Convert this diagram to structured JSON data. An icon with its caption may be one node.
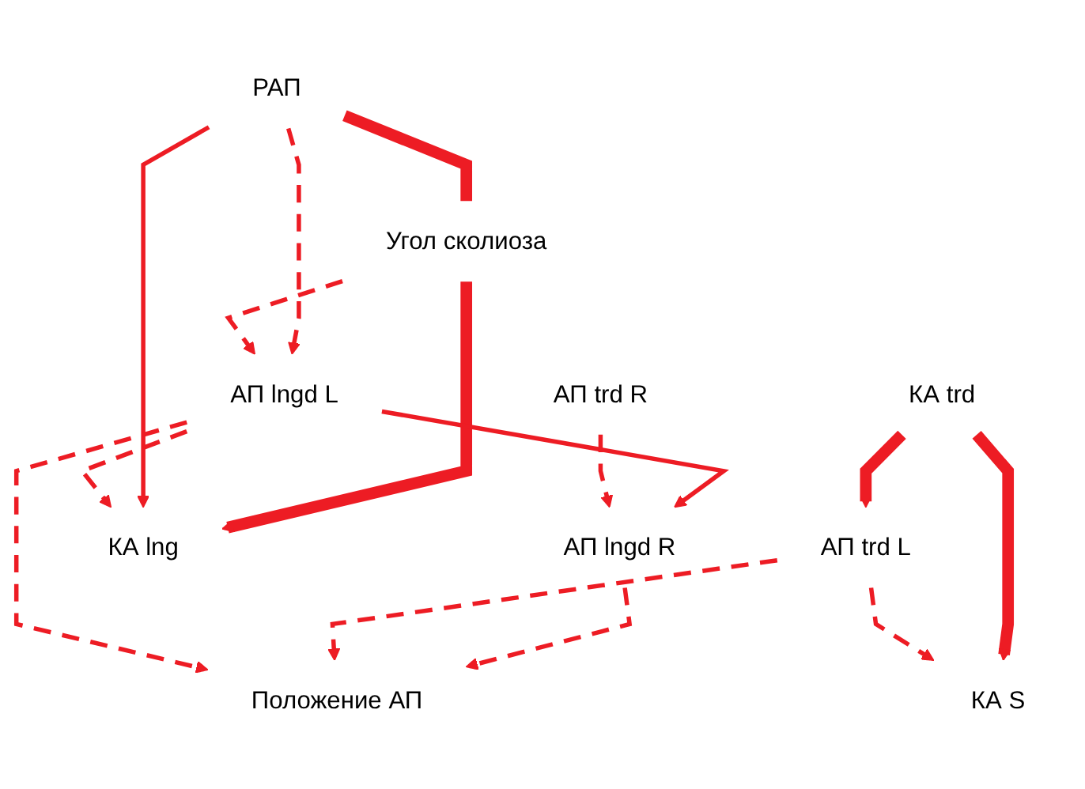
{
  "diagram": {
    "nodes": [
      {
        "text": [
          "РАП"
        ]
      },
      {
        "text": [
          "Положение АП"
        ]
      },
      {
        "text": [
          "АП trd L"
        ]
      },
      {
        "text": [
          "Угол сколиоза"
        ]
      },
      {
        "text": [
          "АП lngd L"
        ]
      },
      {
        "text": [
          "КА S"
        ]
      },
      {
        "text": [
          "АП trd R"
        ]
      },
      {
        "text": [
          "КА lng"
        ]
      },
      {
        "text": [
          "АП lngd R"
        ]
      },
      {
        "text": [
          "КА trd"
        ]
      }
    ],
    "edges": [
      {
        "from": 0,
        "to": 3,
        "arrow": "none",
        "style": "thick"
      },
      {
        "from": 3,
        "to": 7,
        "arrow": "to",
        "style": "thick"
      },
      {
        "from": 0,
        "to": 7,
        "arrow": "to"
      },
      {
        "from": 9,
        "to": 2,
        "arrow": "to",
        "style": "thick"
      },
      {
        "from": 9,
        "to": 5,
        "arrow": "to",
        "style": "thick"
      },
      {
        "from": 4,
        "to": 8,
        "arrow": "to"
      },
      {
        "from": 6,
        "to": 8,
        "arrow": "to",
        "style": "dashed"
      },
      {
        "from": 8,
        "to": 1,
        "arrow": "to",
        "style": "dashed"
      },
      {
        "from": 2,
        "to": 1,
        "arrow": "to",
        "style": "dashed"
      },
      {
        "from": 4,
        "to": 1,
        "arrow": "to",
        "style": "dashed"
      },
      {
        "from": 0,
        "to": 4,
        "arrow": "to",
        "style": "dashed"
      },
      {
        "from": 3,
        "to": 4,
        "arrow": "to",
        "style": "dashed"
      },
      {
        "from": 4,
        "to": 7,
        "arrow": "to",
        "style": "dashed"
      },
      {
        "from": 2,
        "to": 5,
        "arrow": "to",
        "style": "dashed"
      }
    ]
  }
}
